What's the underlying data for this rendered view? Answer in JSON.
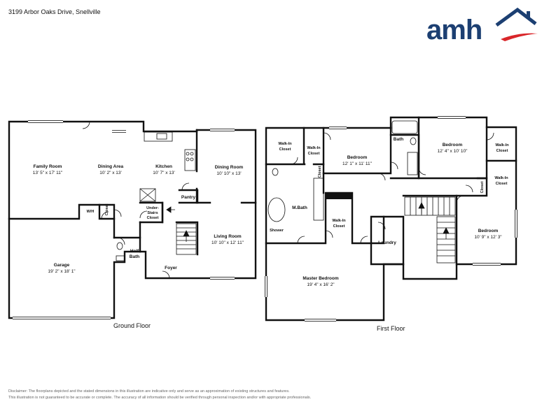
{
  "address": "3199 Arbor Oaks Drive, Snellville",
  "logo_text": "amh",
  "brand_colors": {
    "navy": "#1c3f72",
    "red": "#d9262a"
  },
  "ground_floor": {
    "label": "Ground Floor",
    "family_room": {
      "name": "Family Room",
      "dims": "13' 5\" x 17' 11\""
    },
    "dining_area": {
      "name": "Dining Area",
      "dims": "10' 2\" x 13'"
    },
    "kitchen": {
      "name": "Kitchen",
      "dims": "10' 7\" x 13'"
    },
    "dining_room": {
      "name": "Dining Room",
      "dims": "10' 10\" x 13'"
    },
    "pantry": {
      "name": "Pantry"
    },
    "wh": {
      "name": "W/H"
    },
    "closet": {
      "name": "Closet"
    },
    "under_stairs_closet": {
      "line1": "Under-",
      "line2": "Stairs",
      "line3": "Closet"
    },
    "living_room": {
      "name": "Living Room",
      "dims": "10' 10\" x 12' 11\""
    },
    "garage": {
      "name": "Garage",
      "dims": "19' 2\" x 18' 1\""
    },
    "half_bath": {
      "line1": "Half",
      "line2": "Bath"
    },
    "foyer": {
      "name": "Foyer"
    }
  },
  "first_floor": {
    "label": "First Floor",
    "walkin_closet_a": {
      "line1": "Walk-In",
      "line2": "Closet"
    },
    "walkin_closet_b": {
      "line1": "Walk-In",
      "line2": "Closet"
    },
    "bedroom_1": {
      "name": "Bedroom",
      "dims": "12' 1\" x 11' 11\""
    },
    "bath": {
      "name": "Bath"
    },
    "bedroom_2": {
      "name": "Bedroom",
      "dims": "12' 4\" x 10' 10\""
    },
    "walkin_closet_c": {
      "line1": "Walk-In",
      "line2": "Closet"
    },
    "walkin_closet_d": {
      "line1": "Walk-In",
      "line2": "Closet"
    },
    "closet_small_a": {
      "name": "Closet"
    },
    "closet_small_b": {
      "name": "Closet"
    },
    "m_bath": {
      "name": "M.Bath"
    },
    "shower": {
      "name": "Shower"
    },
    "walkin_closet_e": {
      "line1": "Walk-In",
      "line2": "Closet"
    },
    "laundry": {
      "name": "Laundry"
    },
    "bedroom_3": {
      "name": "Bedroom",
      "dims": "10' 9\" x 12' 3\""
    },
    "master_bedroom": {
      "name": "Master Bedroom",
      "dims": "19' 4\" x 16' 2\""
    }
  },
  "disclaimer": {
    "line1": "Disclaimer: The floorplans depicted and the stated dimensions in this illustration are indicative only and serve as an approximation of existing structures and features.",
    "line2": "This illustration is not guaranteed to be accurate or complete. The accuracy of all information should be verified through personal inspection and/or with appropriate professionals."
  }
}
